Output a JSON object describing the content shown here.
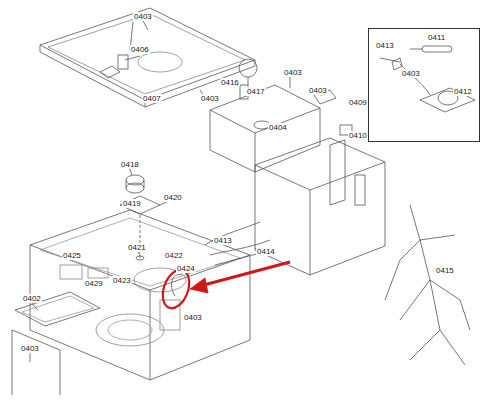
{
  "diagram": {
    "nodes": [
      {
        "text": [
          "0413",
          "0411",
          "0403",
          "0412"
        ]
      }
    ],
    "labels": [
      "0403",
      "0406",
      "0407",
      "0403",
      "0416",
      "0417",
      "0403",
      "0404",
      "0403",
      "0409",
      "0410",
      "0418",
      "0419",
      "0420",
      "0421",
      "0413",
      "0414",
      "0415",
      "0425",
      "0422",
      "0429",
      "0423",
      "0424",
      "0402",
      "0403",
      "0403"
    ]
  }
}
